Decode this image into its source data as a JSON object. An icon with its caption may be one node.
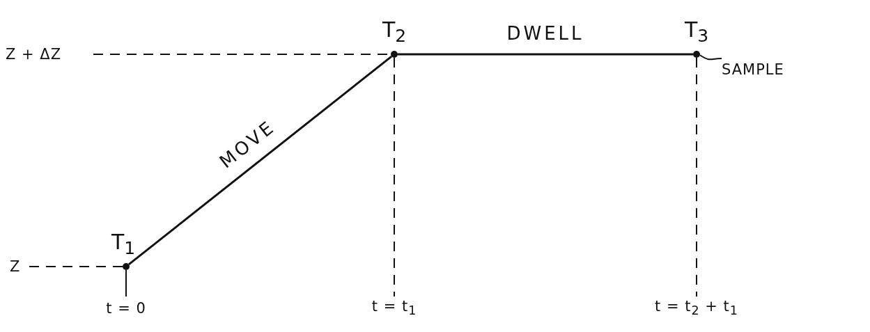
{
  "diagram": {
    "nodes": [
      {
        "text": [],
        "shape": "circle",
        "beside": [
          "T$_{1}$"
        ]
      },
      {
        "text": [],
        "shape": "circle",
        "beside": [
          "T$_{2}$"
        ]
      },
      {
        "text": [],
        "shape": "circle",
        "beside": [
          "T$_{3}$"
        ]
      },
      {
        "text": [
          "SAMPLE"
        ]
      },
      {
        "text": [
          "Z + ΔZ"
        ]
      },
      {
        "text": [
          "Z"
        ]
      },
      {
        "text": [
          "t = 0"
        ]
      },
      {
        "text": [
          "t = t$_{1}$"
        ]
      },
      {
        "text": [
          "t = t$_{2}$ + t$_{1}$"
        ]
      }
    ],
    "edges": [
      {
        "from": 0,
        "to": 1,
        "arrow": "none",
        "label": "MOVE"
      },
      {
        "from": 1,
        "to": 2,
        "arrow": "none",
        "label": "DWELL"
      },
      {
        "from": 3,
        "to": 2,
        "arrow": "none"
      },
      {
        "from": 4,
        "to": 1,
        "arrow": "none",
        "style": "dashed"
      },
      {
        "from": 5,
        "to": 0,
        "arrow": "none",
        "style": "dashed"
      },
      {
        "from": 0,
        "to": 6,
        "arrow": "none"
      },
      {
        "from": 1,
        "to": 7,
        "arrow": "none",
        "style": "dashed"
      },
      {
        "from": 2,
        "to": 8,
        "arrow": "none",
        "style": "dashed"
      }
    ]
  }
}
